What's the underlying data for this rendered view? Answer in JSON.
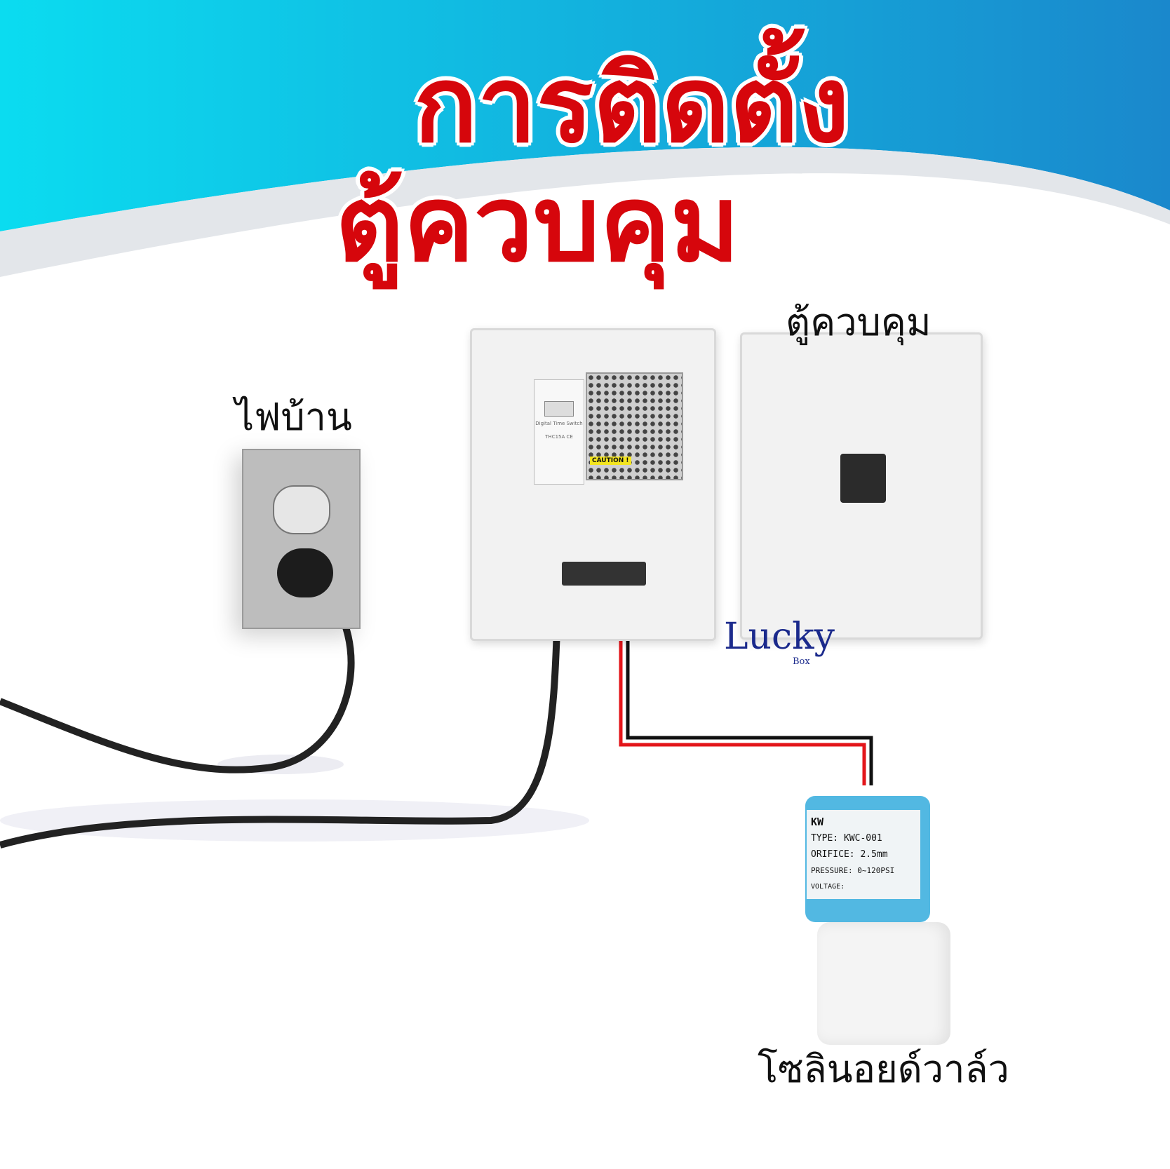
{
  "title": {
    "line1": "การติดตั้ง",
    "line2": "ตู้ควบคุม"
  },
  "labels": {
    "house_power": "ไฟบ้าน",
    "control_box": "ตู้ควบคุม",
    "solenoid_valve": "โซลินอยด์วาล์ว"
  },
  "timer": {
    "name": "Digital Time Switch",
    "model": "THC15A",
    "mark": "CE"
  },
  "psu": {
    "caution": "CAUTION !"
  },
  "logo": {
    "main": "Lucky",
    "sub": "Box"
  },
  "valve": {
    "brand": "KW",
    "type": "TYPE: KWC-001",
    "orifice": "ORIFICE: 2.5mm",
    "pressure": "PRESSURE: 0~120PSI",
    "voltage": "VOLTAGE:"
  },
  "colors": {
    "title_red": "#d6060c",
    "banner_cyan": "#0bd3ec",
    "banner_blue": "#1a8fd0",
    "wire_red": "#e3151a",
    "logo_blue": "#1b2a8c"
  }
}
